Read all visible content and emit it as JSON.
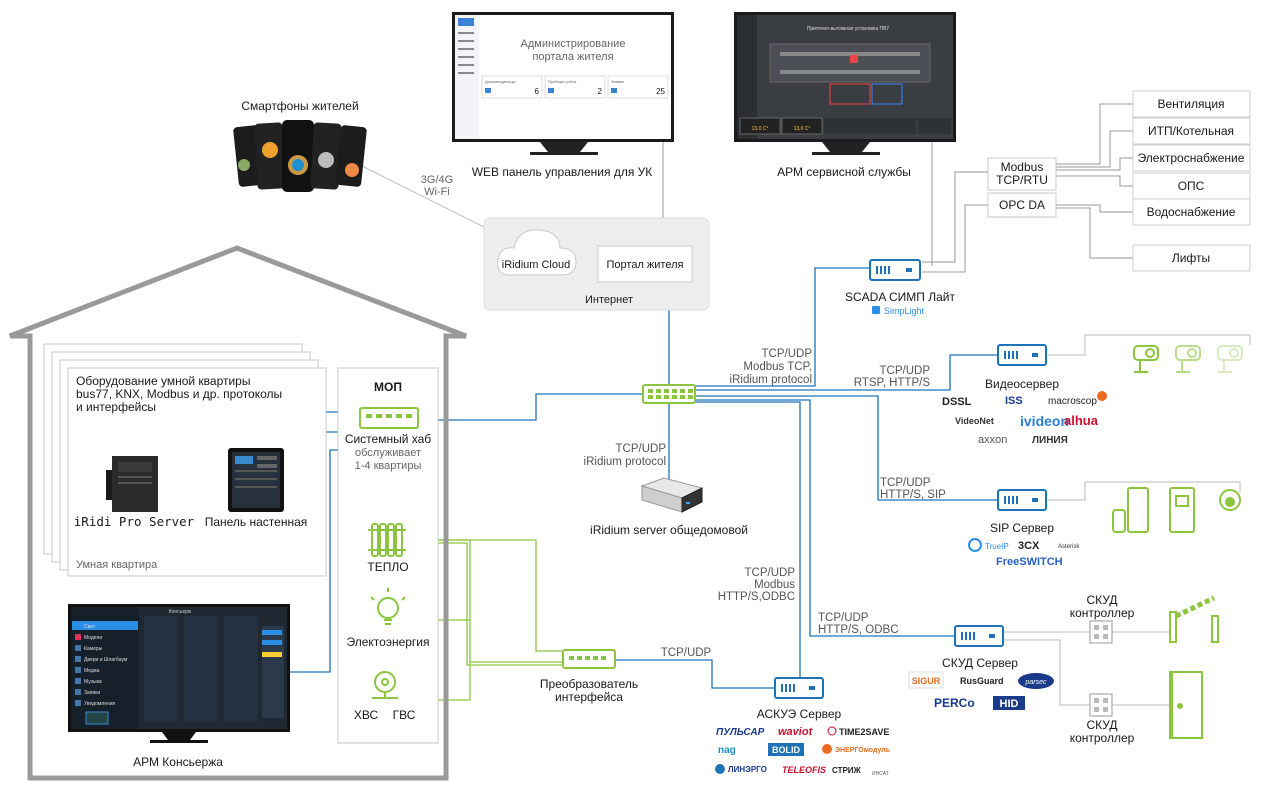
{
  "smartphones": {
    "label": "Смартфоны жителей",
    "link_label_1": "3G/4G",
    "link_label_2": "Wi-Fi"
  },
  "web_panel": {
    "label": "WEB панель управления для УК",
    "screen_title_1": "Администрирование",
    "screen_title_2": "портала жителя",
    "cards": [
      {
        "name": "Домовладельцы",
        "value": "6"
      },
      {
        "name": "Приборы учёта",
        "value": "2"
      },
      {
        "name": "Заявки",
        "value": "25"
      }
    ]
  },
  "service_arm": {
    "label": "АРМ сервисной службы",
    "screen_title": "Приточно-вытяжная установка ПВ7",
    "temp_1": "13,0 С°",
    "temp_2": "13,0 С°"
  },
  "internet": {
    "label": "Интернет",
    "cloud": "iRidium Cloud",
    "portal": "Портал жителя"
  },
  "building": {
    "apartment_title_1": "Оборудование умной квартиры",
    "apartment_title_2": "bus77, KNX, Modbus и др. протоколы",
    "apartment_title_3": "и интерфейсы",
    "apartment_caption": "Умная квартира",
    "pro_server": "iRidi Pro Server",
    "wall_panel": "Панель настенная",
    "mop": "МОП",
    "hub": "Системный хаб",
    "hub_note_1": "обслуживает",
    "hub_note_2": "1-4 квартиры",
    "heat": "ТЕПЛО",
    "power": "Электоэнергия",
    "cold_water": "ХВС",
    "hot_water": "ГВС",
    "concierge": "АРМ Консьержа",
    "concierge_screen_title": "Консьерж",
    "concierge_menu": [
      "Свет",
      "Модели",
      "Камеры",
      "Двери и Шлагбаум",
      "Медиа",
      "Музыка",
      "Заявки",
      "Уведомления"
    ]
  },
  "server": {
    "label": "iRidium server общедомовой",
    "proto_1": "TCP/UDP",
    "proto_2": "iRidium protocol"
  },
  "converter": {
    "label_1": "Преобразователь",
    "label_2": "интерфейса",
    "proto": "TCP/UDP"
  },
  "switch_link": {
    "proto_1": "TCP/UDP",
    "proto_2": "Modbus TCP,",
    "proto_3": "iRidium protocol"
  },
  "scada": {
    "label": "SCADA СИМП Лайт",
    "brand": "SimpLight",
    "modbus_1": "Modbus",
    "modbus_2": "TCP/RTU",
    "opc": "OPC DA"
  },
  "systems": [
    "Вентиляция",
    "ИТП/Котельная",
    "Электроснабжение",
    "ОПС",
    "Водоснабжение",
    "Лифты"
  ],
  "video": {
    "label": "Видеосервер",
    "proto_1": "TCP/UDP",
    "proto_2": "RTSP, HTTP/S",
    "logos": [
      "DSSL",
      "ISS",
      "macroscop",
      "VideoNet",
      "ivideon",
      "alhua",
      "axxon",
      "ЛИНИЯ"
    ]
  },
  "sip": {
    "label": "SIP Сервер",
    "proto_1": "TCP/UDP",
    "proto_2": "HTTP/S, SIP",
    "logos": [
      "TrueIP",
      "3CX",
      "Asterisk",
      "FreeSWITCH"
    ]
  },
  "skud": {
    "label": "СКУД Сервер",
    "proto_1": "TCP/UDP",
    "proto_2": "HTTP/S, ODBC",
    "controller_1a": "СКУД",
    "controller_1b": "контроллер",
    "controller_2a": "СКУД",
    "controller_2b": "контроллер",
    "logos": [
      "SIGUR",
      "RusGuard",
      "parsec",
      "PERCo",
      "HID"
    ]
  },
  "askue": {
    "label": "АСКУЭ Сервер",
    "proto_1": "TCP/UDP",
    "proto_2": "Modbus",
    "proto_3": "HTTP/S,ODBC",
    "logos": [
      "ПУЛЬСАР",
      "waviot",
      "TIME2SAVE",
      "nag",
      "BOLID",
      "ЭНЕРГОмодуль",
      "ЛИНЭРГО",
      "TELEOFIS",
      "СТРИЖ",
      "ИНСАТ"
    ]
  },
  "colors": {
    "blue": "#1e73b8",
    "green": "#8cc63f",
    "gray": "#9a9a9a"
  }
}
